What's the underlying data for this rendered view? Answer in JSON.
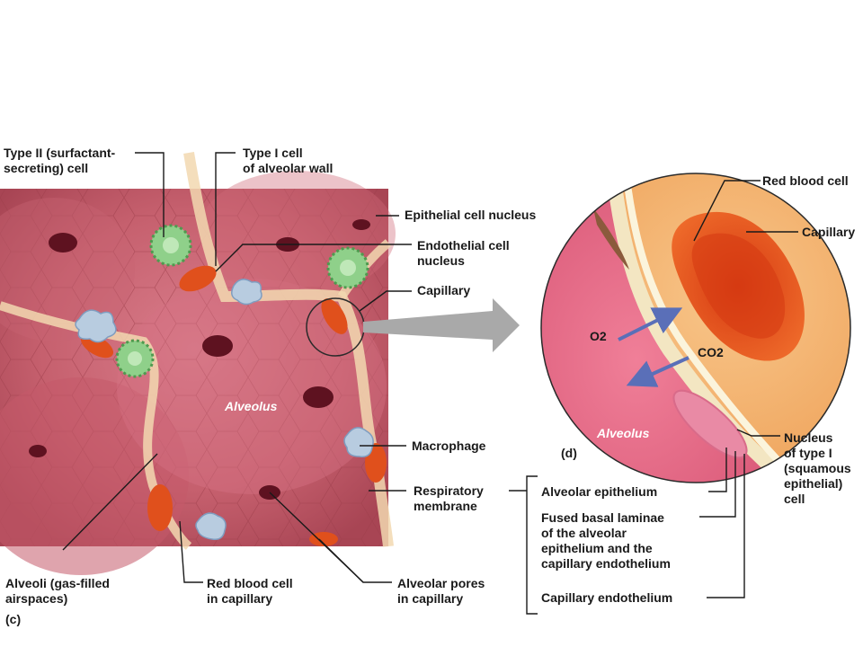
{
  "labels": {
    "type2_cell": "Type II (surfactant-\nsecreting) cell",
    "type1_cell": "Type I cell\nof alveolar wall",
    "epithelial_nucleus": "Epithelial cell nucleus",
    "endothelial_nucleus": "Endothelial cell\nnucleus",
    "capillary_left": "Capillary",
    "macrophage": "Macrophage",
    "respiratory_membrane": "Respiratory\nmembrane",
    "alveolar_pores": "Alveolar pores\nin capillary",
    "red_blood_cell_capillary": "Red blood cell\nin capillary",
    "alveoli": "Alveoli (gas-filled\nairspaces)",
    "alveolus_left": "Alveolus",
    "panel_c": "(c)",
    "red_blood_cell": "Red blood cell",
    "capillary_right": "Capillary",
    "o2": "O2",
    "co2": "CO2",
    "alveolus_right": "Alveolus",
    "panel_d": "(d)",
    "nucleus_type1": "Nucleus\nof type I\n(squamous\nepithelial)\ncell",
    "alveolar_epithelium": "Alveolar epithelium",
    "fused_basal": "Fused basal laminae\nof the alveolar\nepithelium and the\ncapillary endothelium",
    "capillary_endothelium": "Capillary endothelium"
  },
  "colors": {
    "tissue": "#c8606e",
    "tissue_dark": "#a9434f",
    "capillary_orange": "#f4a65e",
    "red_blood_cell": "#e0501c",
    "type2_green": "#8fd08a",
    "macrophage_blue": "#b8cce0",
    "arrow_blue": "#5a6fb8"
  }
}
